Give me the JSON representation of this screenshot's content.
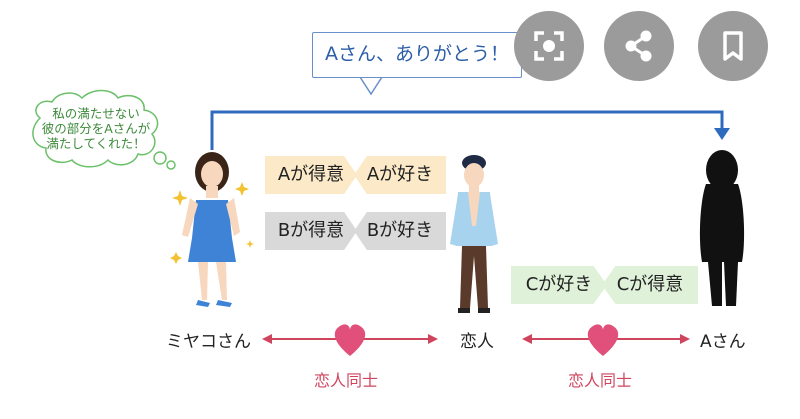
{
  "callout": {
    "text": "Aさん、ありがとう！"
  },
  "thought_bubble": {
    "lines": [
      "私の満たせない",
      "彼の部分をAさんが",
      "満たしてくれた！"
    ]
  },
  "tags": {
    "row1": {
      "left": "Aが得意",
      "right": "Aが好き"
    },
    "row2": {
      "left": "Bが得意",
      "right": "Bが好き"
    },
    "row3": {
      "left": "Cが好き",
      "right": "Cが得意"
    }
  },
  "people": {
    "miyako": "ミヤコさん",
    "lover": "恋人",
    "a_san": "Aさん"
  },
  "relations": {
    "left": "恋人同士",
    "right": "恋人同士"
  },
  "overlay_buttons": {
    "lens": "lens-icon",
    "share": "share-icon",
    "bookmark": "bookmark-icon"
  },
  "colors": {
    "connector": "#2e6bbf",
    "heart": "#e0507a",
    "relation_arrow": "#d0455e",
    "thought_text": "#3c8a3a",
    "callout_text": "#2d5ea8"
  }
}
